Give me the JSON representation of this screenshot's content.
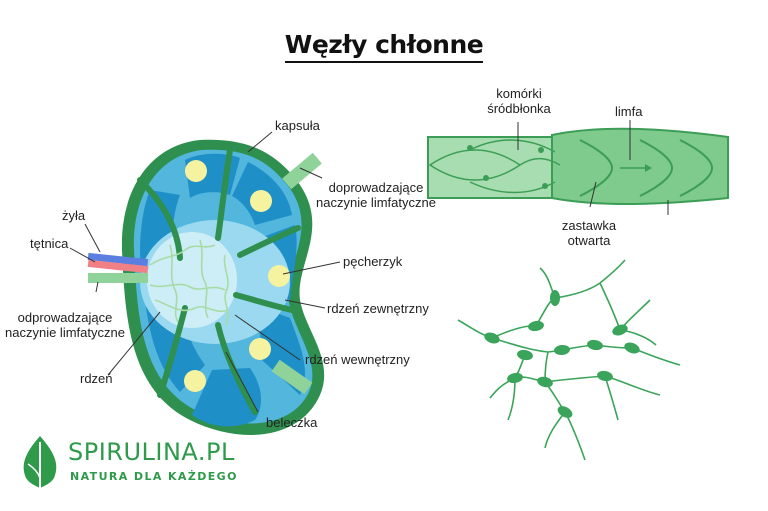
{
  "title": "Węzły chłonne",
  "colors": {
    "outer_green": "#2f8f4e",
    "capsule_green": "#7fc98c",
    "blue_dark": "#1f8fc7",
    "blue_mid": "#52b6dd",
    "blue_light": "#9ad9ef",
    "center": "#cdeef7",
    "follicle": "#f6f3a0",
    "vein": "#5b7fe0",
    "artery": "#f07f86",
    "vessel": "#8fd39a",
    "logo_green": "#2e9a4a"
  },
  "labels": {
    "kapsula": "kapsuła",
    "doprowadzajace": [
      "doprowadzające",
      "naczynie limfatyczne"
    ],
    "zyla": "żyła",
    "tetnica": "tętnica",
    "pecherzyk": "pęcherzyk",
    "odprowadzajace": [
      "odprowadzające",
      "naczynie limfatyczne"
    ],
    "rdzen_zewnetrzny": "rdzeń zewnętrzny",
    "rdzen_wewnetrzny": "rdzeń wewnętrzny",
    "rdzen": "rdzeń",
    "beleczka": "beleczka",
    "komorki": [
      "komórki",
      "śródbłonka"
    ],
    "limfa": "limfa",
    "zastawka": [
      "zastawka",
      "otwarta"
    ]
  },
  "logo": {
    "name": "SPIRULINA.PL",
    "tagline": "NATURA DLA KAŻDEGO",
    "icon": "leaf-icon"
  }
}
